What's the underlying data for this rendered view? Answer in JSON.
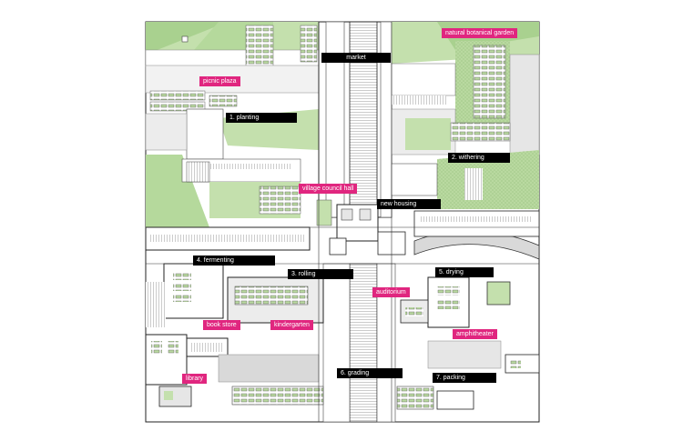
{
  "colors": {
    "green": "#b9d9a0",
    "green_dark": "#8fbf73",
    "black_label": "#000000",
    "pink_label": "#e0267f",
    "gray": "#bdbdbd",
    "gray_light": "#e6e6e6"
  },
  "labels_black": {
    "market": "market",
    "planting": "1. planting",
    "withering": "2. withering",
    "rolling": "3. rolling",
    "fermenting": "4. fermenting",
    "drying": "5. drying",
    "grading": "6. grading",
    "packing": "7. packing",
    "new_housing": "new housing"
  },
  "labels_pink": {
    "botanical_garden": "natural botanical garden",
    "picnic_plaza": "picnic plaza",
    "village_council_hall": "village council hall",
    "auditorium": "auditorium",
    "book_store": "book store",
    "kindergarten": "kindergarten",
    "amphitheater": "amphitheater",
    "library": "library"
  }
}
